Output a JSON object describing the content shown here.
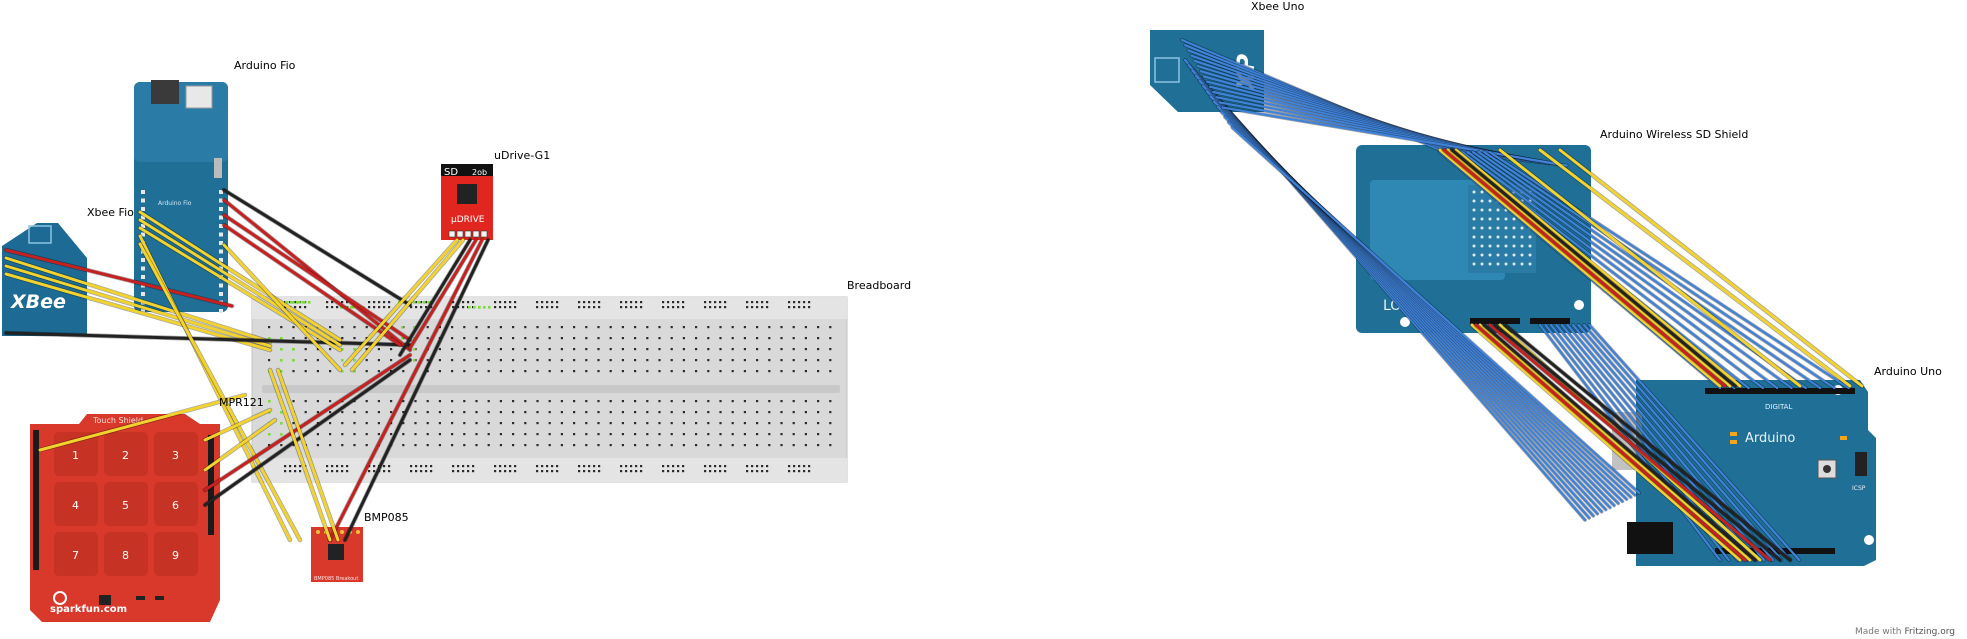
{
  "labels": {
    "arduino_fio": "Arduino Fio",
    "xbee_fio": "Xbee Fio",
    "udrive": "uDrive-G1",
    "breadboard": "Breadboard",
    "mpr121": "MPR121",
    "bmp085": "BMP085",
    "xbee_uno": "Xbee Uno",
    "wireless_sd_shield": "Arduino Wireless SD Shield",
    "arduino_uno": "Arduino Uno"
  },
  "chip_text": {
    "xbee": "XBee",
    "xbee_pro": "XP",
    "udrive_sd": "SD",
    "udrive_top": "2ob",
    "udrive_brand": "μDRIVE",
    "touch_shield": "Touch Shield",
    "sparkfun": "sparkfun.com",
    "keys": [
      "1",
      "2",
      "3",
      "4",
      "5",
      "6",
      "7",
      "8",
      "9"
    ],
    "bmp_caption": "BMP085 Breakout",
    "shield_logo": "LOGO",
    "uno_brand": "Arduino",
    "digital": "DIGITAL",
    "icsp": "ICSP",
    "fio_name": "Arduino Fio"
  },
  "footer": {
    "made_with": "Made with",
    "brand": "Fritzing.org"
  },
  "colors": {
    "wire_yellow": "#f2d22e",
    "wire_red": "#c62020",
    "wire_black": "#222222",
    "wire_blue": "#3f82d8",
    "board_teal": "#1f6f97",
    "board_red": "#d8392b",
    "breadboard": "#dcdcdc"
  }
}
